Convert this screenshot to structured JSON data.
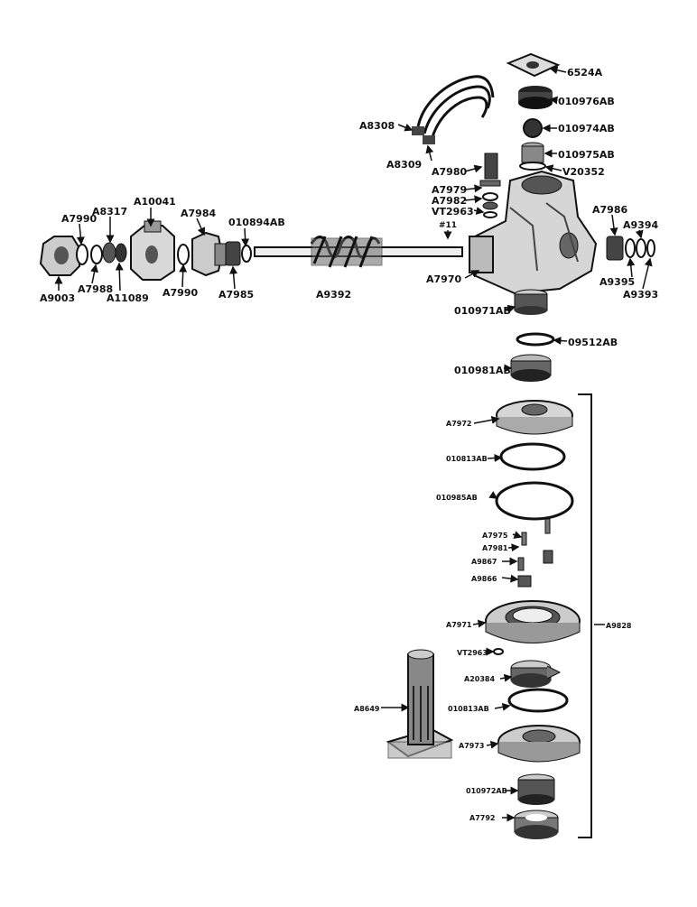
{
  "labels": {
    "p6524A": "6524A",
    "p010976AB": "010976AB",
    "p010974AB": "010974AB",
    "p010975AB": "010975AB",
    "pV20352": "V20352",
    "pA8308": "A8308",
    "pA8309": "A8309",
    "pA7980": "A7980",
    "pA7979": "A7979",
    "pA7982": "A7982",
    "pVT2963a": "VT2963",
    "p11": "#11",
    "pA7986": "A7986",
    "pA9394": "A9394",
    "pA9395": "A9395",
    "pA9393": "A9393",
    "pA7970": "A7970",
    "pA10041": "A10041",
    "pA8317": "A8317",
    "pA7990a": "A7990",
    "pA7984": "A7984",
    "p010894AB": "010894AB",
    "pA9003": "A9003",
    "pA7988": "A7988",
    "pA11089": "A11089",
    "pA7990b": "A7990",
    "pA7985": "A7985",
    "pA9392": "A9392",
    "p010971AB": "010971AB",
    "p09512AB": "09512AB",
    "p010981AB": "010981AB",
    "pA7972": "A7972",
    "p010813ABa": "010813AB",
    "p010985AB": "010985AB",
    "pA7975": "A7975",
    "pA7981": "A7981",
    "pA9867": "A9867",
    "pA9866": "A9866",
    "pA7971": "A7971",
    "pA9828": "A9828",
    "pVT2963b": "VT2963",
    "pA20384": "A20384",
    "p010813ABb": "010813AB",
    "pA8649": "A8649",
    "pA7973": "A7973",
    "p010972AB": "010972AB",
    "pA7792": "A7792"
  }
}
